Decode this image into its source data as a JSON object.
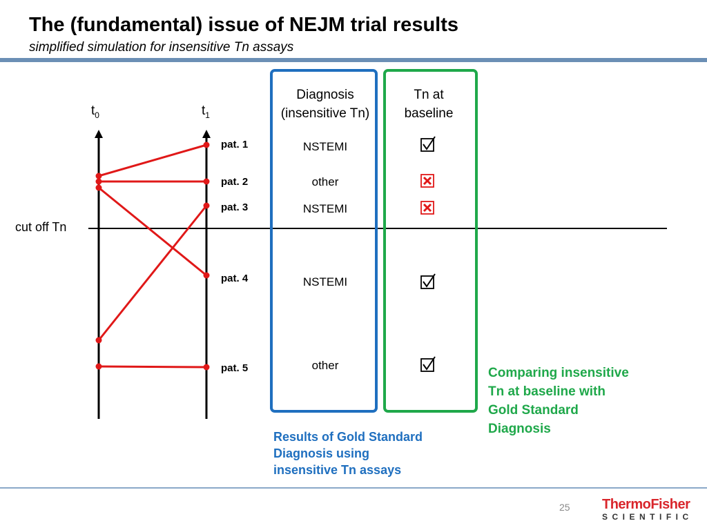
{
  "header": {
    "title": "The (fundamental) issue of NEJM trial results",
    "subtitle": "simplified simulation for insensitive Tn assays"
  },
  "axes": {
    "t0": {
      "base": "t",
      "sub": "0"
    },
    "t1": {
      "base": "t",
      "sub": "1"
    },
    "cutoff_label": "cut off Tn"
  },
  "columns": {
    "diagnosis": {
      "line1": "Diagnosis",
      "line2": "(insensitive Tn)"
    },
    "baseline": {
      "line1": "Tn at",
      "line2": "baseline"
    }
  },
  "patients": [
    {
      "label": "pat. 1",
      "diagnosis": "NSTEMI",
      "baseline": "check"
    },
    {
      "label": "pat. 2",
      "diagnosis": "other",
      "baseline": "cross"
    },
    {
      "label": "pat. 3",
      "diagnosis": "NSTEMI",
      "baseline": "cross"
    },
    {
      "label": "pat. 4",
      "diagnosis": "NSTEMI",
      "baseline": "check"
    },
    {
      "label": "pat. 5",
      "diagnosis": "other",
      "baseline": "check"
    }
  ],
  "captions": {
    "gold_standard": [
      "Results of Gold Standard",
      "Diagnosis using",
      "insensitive Tn assays"
    ],
    "comparison": [
      "Comparing insensitive",
      "Tn at baseline with",
      "Gold Standard",
      "Diagnosis"
    ]
  },
  "footer": {
    "page_number": "25",
    "logo_line1": "ThermoFisher",
    "logo_line2": "SCIENTIFIC"
  },
  "colors": {
    "header_rule": "#6b8fb5",
    "patient_line": "#e01818",
    "diagnosis_box": "#1f6fbf",
    "baseline_box": "#1fa84a",
    "check_mark": "#000000",
    "cross_mark": "#e01818",
    "logo_red": "#d9262c"
  }
}
